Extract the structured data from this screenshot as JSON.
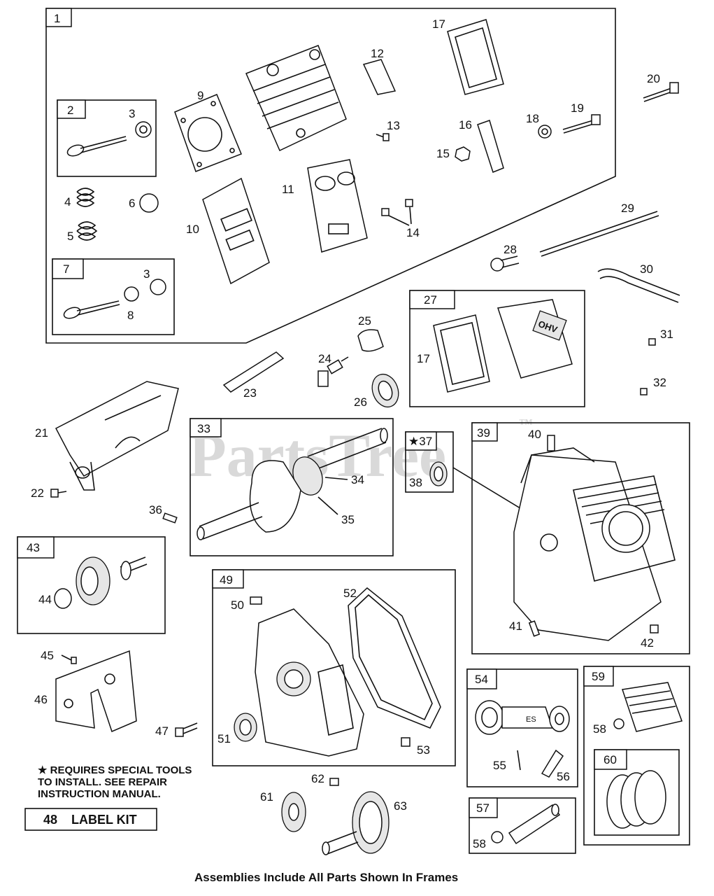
{
  "watermark": "PartsTree",
  "watermark_tm": "™",
  "frames": {
    "f1": "1",
    "f2": "2",
    "f7": "7",
    "f27": "27",
    "f33": "33",
    "f37": "★37",
    "f39": "39",
    "f43": "43",
    "f49": "49",
    "f54": "54",
    "f57": "57",
    "f59": "59",
    "f60": "60"
  },
  "callouts": {
    "c3a": "3",
    "c3b": "3",
    "c4": "4",
    "c5": "5",
    "c6": "6",
    "c8": "8",
    "c9": "9",
    "c10": "10",
    "c11": "11",
    "c12": "12",
    "c13": "13",
    "c14": "14",
    "c15": "15",
    "c16": "16",
    "c17a": "17",
    "c17b": "17",
    "c18": "18",
    "c19": "19",
    "c20": "20",
    "c21": "21",
    "c22": "22",
    "c23": "23",
    "c24": "24",
    "c25": "25",
    "c26": "26",
    "c28": "28",
    "c29": "29",
    "c30": "30",
    "c31": "31",
    "c32": "32",
    "c34": "34",
    "c35": "35",
    "c36": "36",
    "c38": "38",
    "c40": "40",
    "c41": "41",
    "c42": "42",
    "c44": "44",
    "c45": "45",
    "c46": "46",
    "c47": "47",
    "c50": "50",
    "c51": "51",
    "c52": "52",
    "c53": "53",
    "c55": "55",
    "c56": "56",
    "c58a": "58",
    "c58b": "58",
    "c61": "61",
    "c62": "62",
    "c63": "63"
  },
  "ohv_text": "OHV",
  "rod_text": "ES",
  "note": {
    "line1": "★ REQUIRES SPECIAL TOOLS",
    "line2": "TO INSTALL.  SEE REPAIR",
    "line3": "INSTRUCTION MANUAL."
  },
  "label_kit": {
    "number": "48",
    "label": "LABEL KIT"
  },
  "footer": "Assemblies Include All Parts Shown In Frames"
}
